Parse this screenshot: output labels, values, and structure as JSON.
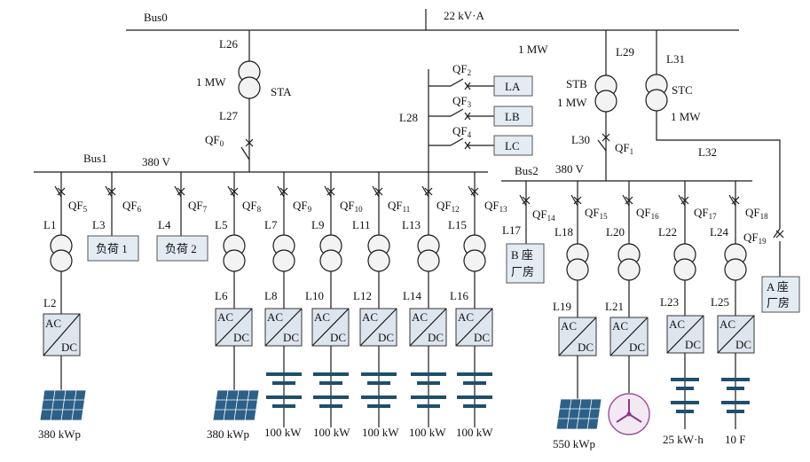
{
  "buses": {
    "bus0": "Bus0",
    "bus0_voltage": "22 kV·A",
    "bus1": "Bus1",
    "bus1_voltage": "380 V",
    "bus2": "Bus2",
    "bus2_voltage": "380 V"
  },
  "power_labels": {
    "sta_rating": "1 MW",
    "stb_rating_top": "1 MW",
    "stb_rating": "1 MW",
    "stc_rating": "1 MW"
  },
  "transformers": {
    "sta": "STA",
    "stb": "STB",
    "stc": "STC"
  },
  "lines": {
    "l1": "L1",
    "l2": "L2",
    "l3": "L3",
    "l4": "L4",
    "l5": "L5",
    "l6": "L6",
    "l7": "L7",
    "l8": "L8",
    "l9": "L9",
    "l10": "L10",
    "l11": "L11",
    "l12": "L12",
    "l13": "L13",
    "l14": "L14",
    "l15": "L15",
    "l16": "L16",
    "l17": "L17",
    "l18": "L18",
    "l19": "L19",
    "l20": "L20",
    "l21": "L21",
    "l22": "L22",
    "l23": "L23",
    "l24": "L24",
    "l25": "L25",
    "l26": "L26",
    "l27": "L27",
    "l28": "L28",
    "l29": "L29",
    "l30": "L30",
    "l31": "L31",
    "l32": "L32"
  },
  "breakers": {
    "qf": "QF",
    "sub0": "0",
    "sub1": "1",
    "sub2": "2",
    "sub3": "3",
    "sub4": "4",
    "sub5": "5",
    "sub6": "6",
    "sub7": "7",
    "sub8": "8",
    "sub9": "9",
    "sub10": "10",
    "sub11": "11",
    "sub12": "12",
    "sub13": "13",
    "sub14": "14",
    "sub15": "15",
    "sub16": "16",
    "sub17": "17",
    "sub18": "18",
    "sub19": "19"
  },
  "loads": {
    "la": "LA",
    "lb": "LB",
    "lc": "LC",
    "load1": "负荷 1",
    "load2": "负荷 2",
    "b_plant_1": "B 座",
    "b_plant_2": "厂房",
    "a_plant_1": "A 座",
    "a_plant_2": "厂房"
  },
  "converter": {
    "ac": "AC",
    "dc": "DC"
  },
  "ratings": {
    "pv1": "380 kWp",
    "pv2": "380 kWp",
    "ess1": "100 kW",
    "ess2": "100 kW",
    "ess3": "100 kW",
    "ess4": "100 kW",
    "ess5": "100 kW",
    "pv3": "550 kWp",
    "battery": "25 kW·h",
    "supercap": "10 F"
  },
  "icons": {
    "pv": "solar-panel-icon",
    "wind": "wind-turbine-icon",
    "storage": "battery-icon",
    "breaker": "breaker-icon",
    "transformer": "transformer-icon"
  },
  "colors": {
    "storage": "#1f4f6b",
    "pv": "#2c6088",
    "turbine": "#9b4c9b"
  }
}
